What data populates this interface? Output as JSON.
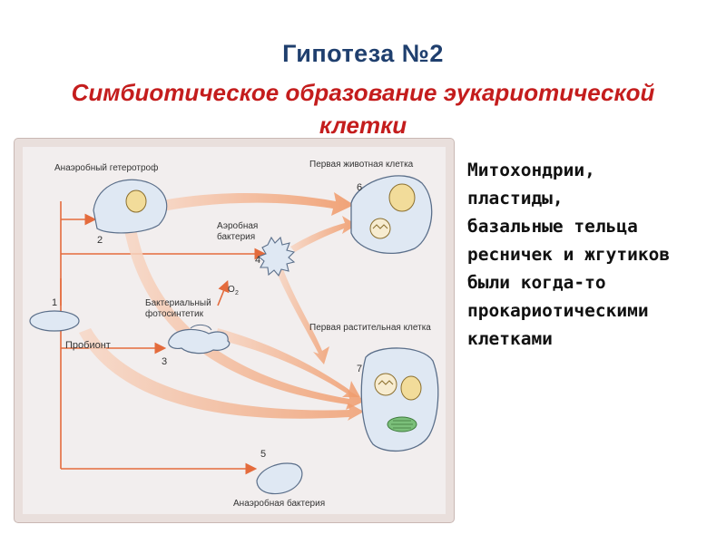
{
  "title": {
    "line1": "Гипотеза №2",
    "line2": "Симбиотическое  образование эукариотической",
    "line3": "клетки"
  },
  "side_text": [
    "Митохондрии,",
    "пластиды,",
    "базальные тельца",
    "ресничек и жгутиков",
    "были когда-то",
    "прокариотическими",
    "клетками"
  ],
  "diagram": {
    "labels": {
      "anaerobic_heterotroph": "Анаэробный гетеротроф",
      "first_animal_cell": "Первая животная клетка",
      "aerobic_bacterium_1": "Аэробная",
      "aerobic_bacterium_2": "бактерия",
      "bacterial_photosynthetic_1": "Бактериальный",
      "bacterial_photosynthetic_2": "фотосинтетик",
      "oxygen": "O",
      "oxygen_sub": "2",
      "first_plant_cell": "Первая растительная клетка",
      "probiont": "Пробионт",
      "anaerobic_bacterium": "Анаэробная бактерия"
    },
    "numbers": [
      "1",
      "2",
      "3",
      "4",
      "5",
      "6",
      "7"
    ],
    "colors": {
      "arrow": "#f0a47a",
      "arrow_dark": "#e06a3a",
      "cell_fill": "#dfe8f3",
      "cell_stroke": "#5b6f8a",
      "nucleus": "#f2dc9a",
      "chloroplast": "#7bbf7a"
    }
  }
}
